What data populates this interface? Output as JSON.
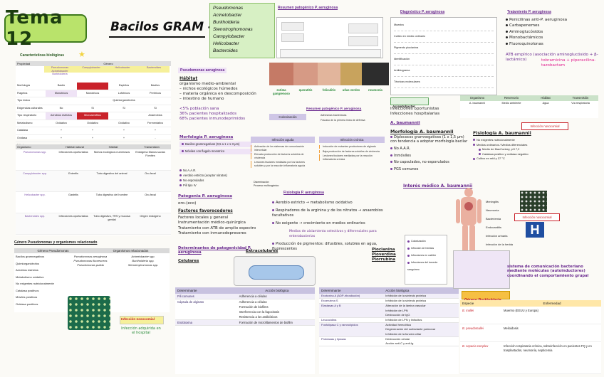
{
  "title": {
    "tema": "Tema 12",
    "main": "Bacilos GRAM -"
  },
  "genera": [
    "Pseudomonas",
    "Acinetobacter",
    "Burkholderia",
    "Stenotrophomonas",
    "Campylobacter",
    "Helicobacter",
    "Bacteroides"
  ],
  "caracteristicas": {
    "heading": "Características biológicas",
    "header_row": [
      "Propiedad",
      "Género"
    ],
    "subheader": [
      "Pseudomonas Acinetobacter Burkholderia",
      "Campylobacter",
      "Helicobacter",
      "Bacteroides"
    ],
    "rows": [
      [
        "Morfología",
        "Bacilo",
        "",
        "Espirilos",
        "Bacilos"
      ],
      [
        "Flagelos",
        "Monotricos",
        "Monotricos",
        "Lofótricos",
        "Perítricos"
      ],
      [
        "Tipo tóxico",
        "",
        "",
        "Quimiorganótrofos",
        ""
      ],
      [
        "Exigencias culturales",
        "No",
        "Sí",
        "Sí",
        "Sí"
      ],
      [
        "Tipo respiratorio",
        "Aerobios estrictos",
        "Microaerófilos",
        "",
        "Anaerobios"
      ],
      [
        "Metabolismo",
        "Oxidativo",
        "Oxidativo",
        "Oxidativo",
        "Fermentativo"
      ],
      [
        "Catalasa",
        "+",
        "+",
        "+",
        "+"
      ],
      [
        "Oxidasa",
        "+",
        "+",
        "+",
        "-"
      ],
      [
        "Nitratos",
        "+",
        "-",
        "-",
        ""
      ]
    ],
    "accent_red": "#c9222a",
    "accent_purple": "#7b4fa8"
  },
  "habitat_table": {
    "header": [
      "Organismo",
      "Hábitat natural",
      "Hábitat",
      "Transmisión"
    ],
    "rows": [
      [
        "Pseudomonas spp.",
        "Infecciones oportunistas",
        "Nichos ecológicos numerosos",
        "Endógena Manos sucias Fómites"
      ],
      [
        "Campylobacter spp.",
        "Enteritis",
        "Tubo digestivo del animal",
        "Oro-fecal"
      ],
      [
        "Helicobacter spp.",
        "Gastritis",
        "Tubo digestivo del hombre",
        "Oro-fecal"
      ],
      [
        "Bacteroides spp.",
        "Infecciones oportunistas",
        "Tubo digestivo, TRS y mucosa genital",
        "Origen endógeno"
      ]
    ]
  },
  "genero_pseudomonas": {
    "heading": "Género Pseudomonas y organismos relacionado",
    "col1": "Género Pseudomonas",
    "col2": "Organismos relacionados",
    "rows": [
      "Bacilos gramnegativos",
      "Quimiorganótrofos",
      "Aerobios estrictos",
      "Metabolismo oxidativo",
      "No exigentes nutricionalmente",
      "Catalasa positivos",
      "Móviles positivos",
      "Oxidasa positivos"
    ],
    "rel": [
      "Pseudomonas aeruginosa",
      "Pseudomonas fluorescens",
      "Pseudomonas putida"
    ],
    "rel2": [
      "Acinetobacter spp.",
      "Burkholderia spp.",
      "Stenotrophomonas spp."
    ],
    "infeccion": "Infección nosocomial",
    "infeccion_sub": "Infección adquirida en el hospital"
  },
  "ps_aeruginosa": {
    "heading": "Pseudomonas aeruginosa",
    "habitat_title": "Hábitat",
    "habitat_lines": [
      "organismo medio-ambiental",
      "– nichos ecológicos húmedos",
      "– materia orgánica en descomposición",
      "– intestino de humano"
    ],
    "stats": [
      "<5% población sana",
      "36% pacientes hospitalizados",
      "68% pacientes inmunodeprimidos"
    ],
    "morfologia_title": "Morfología P. aeruginosa",
    "morfologia": [
      "Bacilos gramnegativos (0,5 a 1 x 1-3 μm)",
      "Móviles con flagelo monotrico"
    ],
    "patogenia_title": "Patogenia P. aeruginosa",
    "patogenia_sub": "oro-(eco)",
    "factores_title": "Factores favorecedores",
    "factores": [
      "Factores locales y general",
      "Instrumentación médico-quirúrgica",
      "Tratamiento con ATB de amplio espectro",
      "Tratamiento con inmunodepresores"
    ],
    "determinantes_title": "Determinantes de patogenicidad P. aeruginosa",
    "celulares": "Celulares",
    "extracelulares": "Extracelulares",
    "lab_items": [
      "No A.A.R.",
      "Aerobio estricto (aceptor nitratos)",
      "No esporulados",
      "Pili tipo IV"
    ]
  },
  "resumen_patogenia": {
    "heading": "Resumen patogénico P. aeruginosa",
    "images": [
      "ectima gangrenoso",
      "queratitis",
      "foliculitis",
      "uñas verdes",
      "neumonía"
    ],
    "colonizacion": "Colonización",
    "infeccion_aguda": "Infección aguda",
    "infeccion_cronica": "Infección crónica",
    "adhesinas": "Adhesinas bacterianas",
    "fosas": "Fracaso de la primera línea de defensa",
    "aguda_items": [
      "Activación de los sistemas de comunicación intercelular",
      "Elevada producción de factores solubles de virulencia",
      "Lesiones tisulares mediadas por los factores solubles y por la reacción inflamatoria aguda"
    ],
    "cronica_items": [
      "Inducción de mutantes productoras de alginato",
      "Baja producción de factores solubles de virulencia",
      "Lesiones tisulares mediadas por la reacción inflamatoria crónica"
    ],
    "mini": [
      "Diseminación",
      "Proceso multiorgánico"
    ]
  },
  "fisiologia": {
    "heading": "Fisiología P. aeruginosa",
    "items": [
      "Aerobio estricto → metabolismo oxidativo",
      "Respiradores de la arginina y de los nitratos → anaerobios facultativos",
      "No exigente → crecimiento en medios ordinarios",
      "Medios de aislamiento selectivos y diferenciales para enterobacterias",
      "Producción de pigmentos: difusibles, solubles en agua, fluorescentes"
    ],
    "pigments": [
      "Piocianina",
      "Pioverdina",
      "Piorrubina"
    ]
  },
  "determinante_table": {
    "header": [
      "Determinante",
      "Acción biológica"
    ],
    "rows": [
      [
        "Pili comunes",
        "Adherencia a células"
      ],
      [
        "Cápsula de alginato",
        "Adherencia a células",
        "Formación de biofilms",
        "Interferencia con la fagocitosis",
        "Resistencia a los antibióticos"
      ],
      [
        "Endotoxina",
        "Formación de microfilamentos de biofilm"
      ]
    ]
  },
  "determinante_table2": {
    "header": [
      "Determinante",
      "Acción biológica"
    ],
    "rows": [
      [
        "Exotoxina A (ADP-ribosilación)",
        "Inhibición de la síntesis proteica"
      ],
      [
        "Exoenzima S",
        "Inhibición de la síntesis proteica"
      ],
      [
        "Elastasas A y B",
        "Alteración de la lámina vascular",
        "Inhibición de LPN",
        "Destrucción de IgG"
      ],
      [
        "Leucocidina",
        "Inhibición de LPN y linfocitos"
      ],
      [
        "Fosfolipasa C y ramnolípidos",
        "Actividad hemolítica",
        "Degeneración del surfactante pulmonar",
        "Inhibición de la función ciliar"
      ],
      [
        "Proteasas y lipasas",
        "Destrucción celular",
        "Acción anti-C y anti-Ig"
      ]
    ]
  },
  "diagnostico": {
    "heading": "Diagnóstico P. aeruginosa",
    "items": [
      "Muestra",
      "Cultivo en medio ordinario",
      "Pigmento piocianina",
      "Identificación",
      "Antibiograma",
      "Técnicas moleculares"
    ]
  },
  "tratamiento": {
    "heading": "Tratamiento P. aeruginosa",
    "items": [
      "Penicilinas anti-P. aeruginosa",
      "Carbapenemes",
      "Aminoglucósidos",
      "Monobactámicos",
      "Fluoroquinolonas"
    ],
    "empirico": "ATB empírico (asociación aminoglucósido + β-lactámico)",
    "empirico_alt": "tobramicina + piperacilina-tazobactam"
  },
  "acinetobacter": {
    "heading": "Acinetobacter",
    "lines": [
      "Infecciones oportunistas",
      "Infecciones hospitalarias"
    ],
    "baumannii_title": "A. baumannii",
    "morfologia_title": "Morfología A. baumannii",
    "morfologia": [
      "Diplococos gramnegativos (1 x 1,5 μm) con tendencia a adoptar morfología bacilar",
      "No A.A.R.",
      "Inmóviles",
      "No capsulados, no esporulados",
      "PGS comunes"
    ],
    "fisiologia_title": "Fisiología A. baumannii",
    "fisiologia": [
      "No exigentes nutricionalmente",
      "Medios ordinarios / Medios diferenciales",
      "Medio de MacConkey, pH 7,2",
      "Catalasa positivo y oxidasa negativo",
      "Cultivo en mfd y 37 °C"
    ],
    "table_header": [
      "Organismo",
      "Reservorio",
      "Hábitat",
      "Transmisión"
    ],
    "table_row": [
      "A. baumannii",
      "Medio ambiente",
      "Agua",
      "Vía respiratoria"
    ],
    "nosocomial": "Infección nosocomial"
  },
  "interes_medico": {
    "heading": "Interés médico A. baumannii",
    "organs": [
      "Meningitis",
      "Neumonía",
      "Bacteriemia",
      "Endocarditis",
      "Infección urinaria",
      "Infección de la herida"
    ],
    "sidebox": [
      "Colonización",
      "Infección de heridas",
      "Infecciones en catéter",
      "Infecciones del torrente sanguíneo"
    ],
    "nosocomial": "Infección nosocomial",
    "hospital_letter": "H",
    "cita": "sistema de comunicación bacteriano mediante moléculas (autoinductores) coordinando el comportamiento grupal"
  },
  "burkholderia": {
    "heading": "Género Burkholderia",
    "header": [
      "Especie",
      "Enfermedad"
    ],
    "rows": [
      [
        "B. mallei",
        "Muermo (EEUU y Europa)"
      ],
      [
        "B. pseudomallei",
        "Melioidosis"
      ],
      [
        "B. cepacia complex",
        "Infección respiratoria crónica, sobreinfección en pacientes FQ y en trasplantados, neumonía, septicemia"
      ]
    ]
  }
}
